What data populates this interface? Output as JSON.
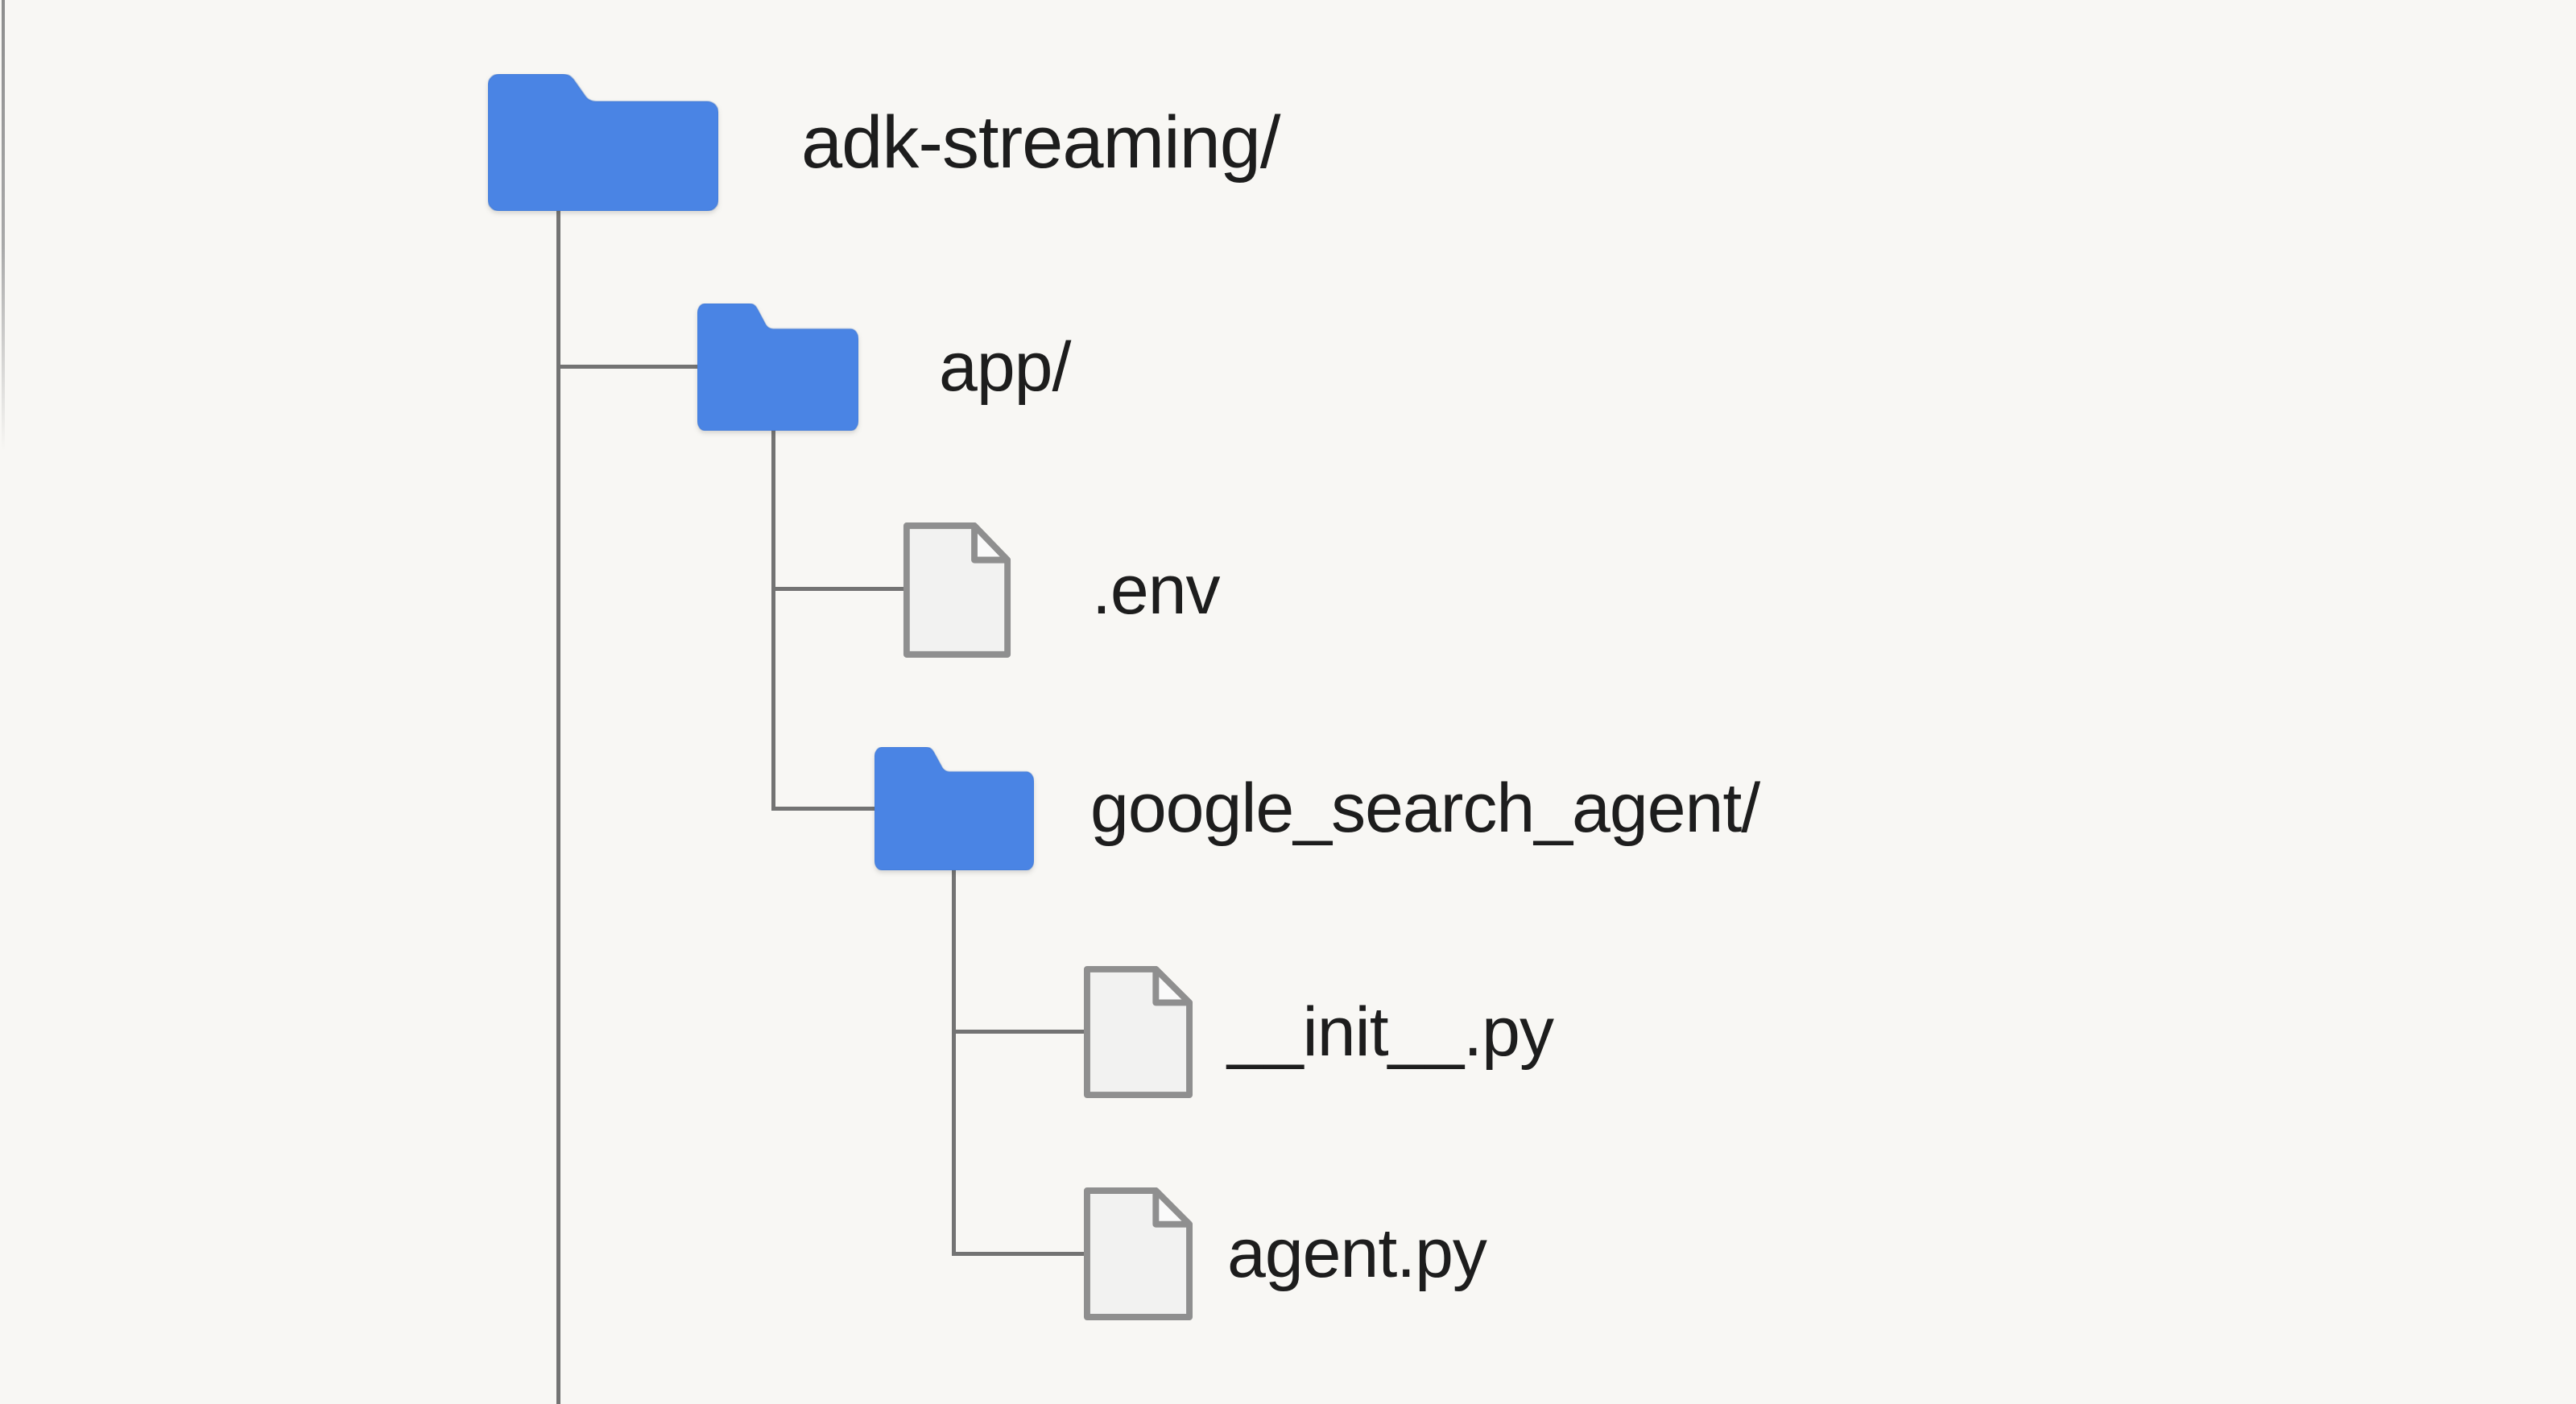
{
  "diagram": {
    "type": "file-tree",
    "nodes": [
      {
        "id": "adk-streaming",
        "label": "adk-streaming/",
        "type": "folder",
        "depth": 0
      },
      {
        "id": "app",
        "label": "app/",
        "type": "folder",
        "depth": 1
      },
      {
        "id": "env",
        "label": ".env",
        "type": "file",
        "depth": 2
      },
      {
        "id": "google-search-agent",
        "label": "google_search_agent/",
        "type": "folder",
        "depth": 2
      },
      {
        "id": "init-py",
        "label": "__init__.py",
        "type": "file",
        "depth": 3
      },
      {
        "id": "agent-py",
        "label": "agent.py",
        "type": "file",
        "depth": 3
      }
    ]
  },
  "colors": {
    "bg": "#f8f7f4",
    "folder_fill": "#4a84e4",
    "file_fill": "#f2f2f1",
    "file_border": "#8f8f8f",
    "line": "#737373",
    "text": "#1d1d1d"
  }
}
